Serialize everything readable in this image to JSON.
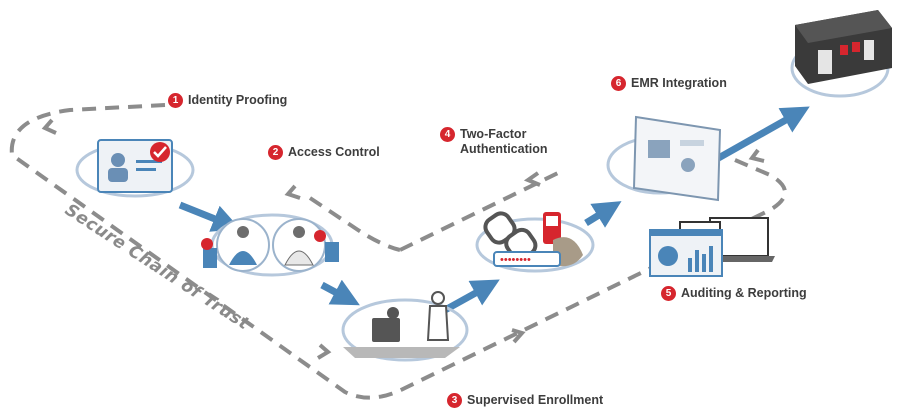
{
  "steps": [
    {
      "number": "1",
      "label": "Identity Proofing"
    },
    {
      "number": "2",
      "label": "Access Control"
    },
    {
      "number": "3",
      "label": "Supervised Enrollment"
    },
    {
      "number": "4",
      "label_line1": "Two-Factor",
      "label_line2": "Authentication"
    },
    {
      "number": "5",
      "label": "Auditing & Reporting"
    },
    {
      "number": "6",
      "label": "EMR Integration"
    }
  ],
  "chain_label": "Secure Chain of Trust",
  "colors": {
    "accent_red": "#d6262e",
    "flow_arrow_blue": "#4a85b8",
    "ring_blue": "#b6c8dc",
    "dashed_gray": "#8c8c8c",
    "text_dark": "#3d3d3d"
  },
  "icons": [
    "id-badge-icon",
    "doctors-icon",
    "enrollment-desk-icon",
    "token-auth-icon",
    "emr-screen-icon",
    "data-center-icon",
    "dashboard-screens-icon"
  ]
}
